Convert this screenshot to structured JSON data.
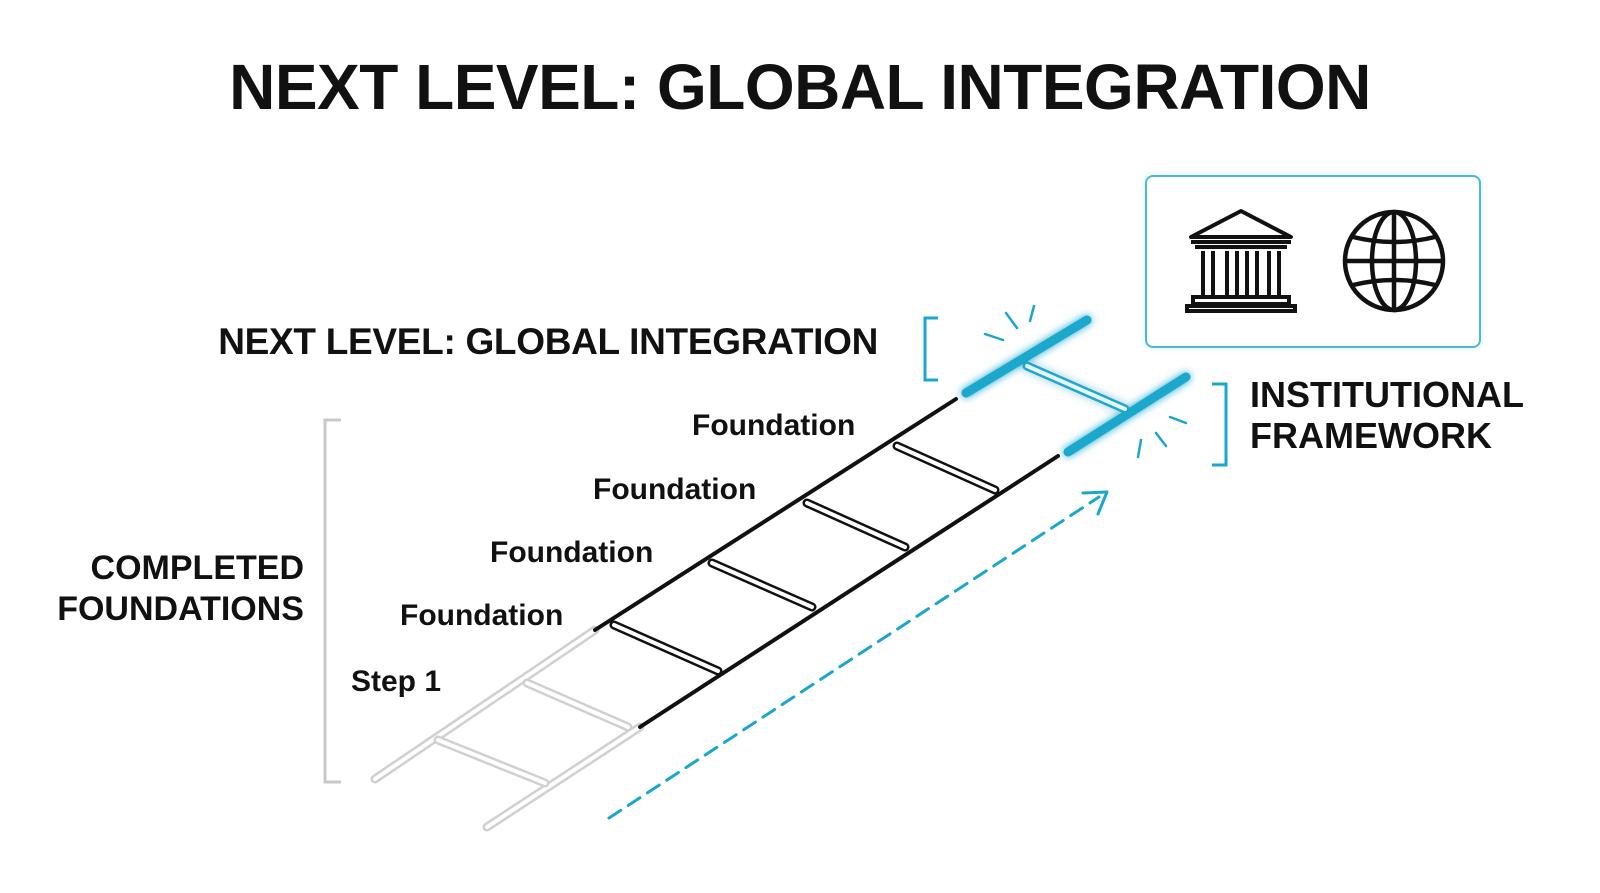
{
  "title": "NEXT LEVEL: GLOBAL INTEGRATION",
  "next_level_label": "NEXT LEVEL: GLOBAL INTEGRATION",
  "framework_label": {
    "line1": "INSTITUTIONAL",
    "line2": "FRAMEWORK"
  },
  "completed_label": {
    "line1": "COMPLETED",
    "line2": "FOUNDATIONS"
  },
  "rungs": [
    {
      "label": "Foundation"
    },
    {
      "label": "Foundation"
    },
    {
      "label": "Foundation"
    },
    {
      "label": "Foundation"
    },
    {
      "label": "Step 1"
    }
  ],
  "icons": [
    "bank-icon",
    "globe-icon"
  ],
  "colors": {
    "accent": "#1aa7cc",
    "ink": "#111111",
    "faded": "#cfcfcf"
  }
}
